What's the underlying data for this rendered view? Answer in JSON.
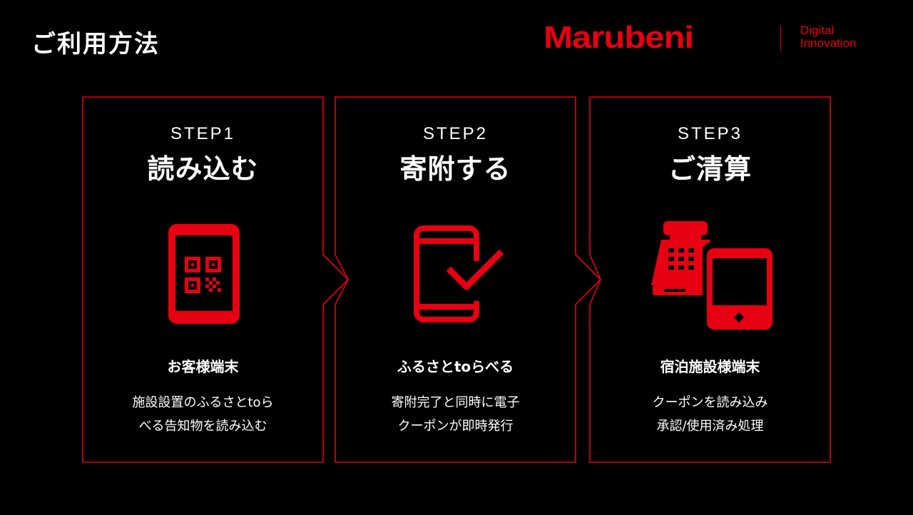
{
  "page": {
    "title": "ご利用方法"
  },
  "brand": {
    "name": "Marubeni",
    "sub_line1": "Digital",
    "sub_line2": "Innovation"
  },
  "colors": {
    "accent": "#e60012",
    "background": "#000000",
    "text": "#ffffff"
  },
  "steps": [
    {
      "label": "STEP1",
      "heading": "読み込む",
      "icon": "smartphone-qr-icon",
      "who": "お客様端末",
      "desc_line1": "施設設置のふるさとtoら",
      "desc_line2": "べる告知物を読み込む"
    },
    {
      "label": "STEP2",
      "heading": "寄附する",
      "icon": "smartphone-check-icon",
      "who": "ふるさとtoらべる",
      "desc_line1": "寄附完了と同時に電子",
      "desc_line2": "クーポンが即時発行"
    },
    {
      "label": "STEP3",
      "heading": "ご清算",
      "icon": "register-tablet-icon",
      "who": "宿泊施設様端末",
      "desc_line1": "クーポンを読み込み",
      "desc_line2": "承認/使用済み処理"
    }
  ]
}
